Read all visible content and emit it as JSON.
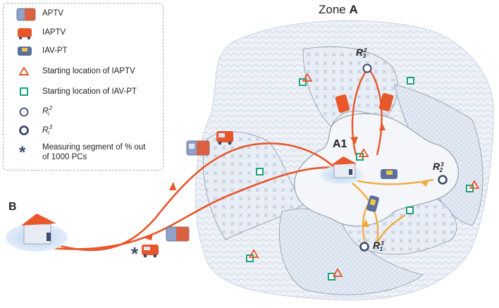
{
  "legend": {
    "aptv": "APTV",
    "iaptv": "IAPTV",
    "iavpt": "IAV-PT",
    "start_iaptv": "Starting location of IAPTV",
    "start_iavpt": "Starting location of IAV-PT",
    "r2_base": "R",
    "r2_sub": "i",
    "r2_sup": "2",
    "r3_base": "R",
    "r3_sub": "i",
    "r3_sup": "3",
    "measuring": "Measuring segment of % out of 1000 PCs"
  },
  "zone": {
    "prefix": "Zone ",
    "letter": "A"
  },
  "hub_a1": "A1",
  "node_b": "B",
  "nodes": {
    "r3_top": {
      "base": "R",
      "sub": "3",
      "sup": "2"
    },
    "r2_right": {
      "base": "R",
      "sub": "2",
      "sup": "3"
    },
    "r1_bottom": {
      "base": "R",
      "sub": "1",
      "sup": "3"
    }
  },
  "colors": {
    "route_main": "#e8572a",
    "route_iavpt": "#f2a93b",
    "start_iaptv": "#e8572a",
    "start_iavpt": "#1aa37a",
    "node_ring": "#3d4a6b",
    "zone_fill": "#e6edf6"
  },
  "icons": [
    "aptv-bus-icon",
    "iaptv-vehicle-icon",
    "iavpt-vehicle-icon",
    "triangle-icon",
    "square-icon",
    "ring-icon",
    "asterisk-icon",
    "house-icon"
  ]
}
